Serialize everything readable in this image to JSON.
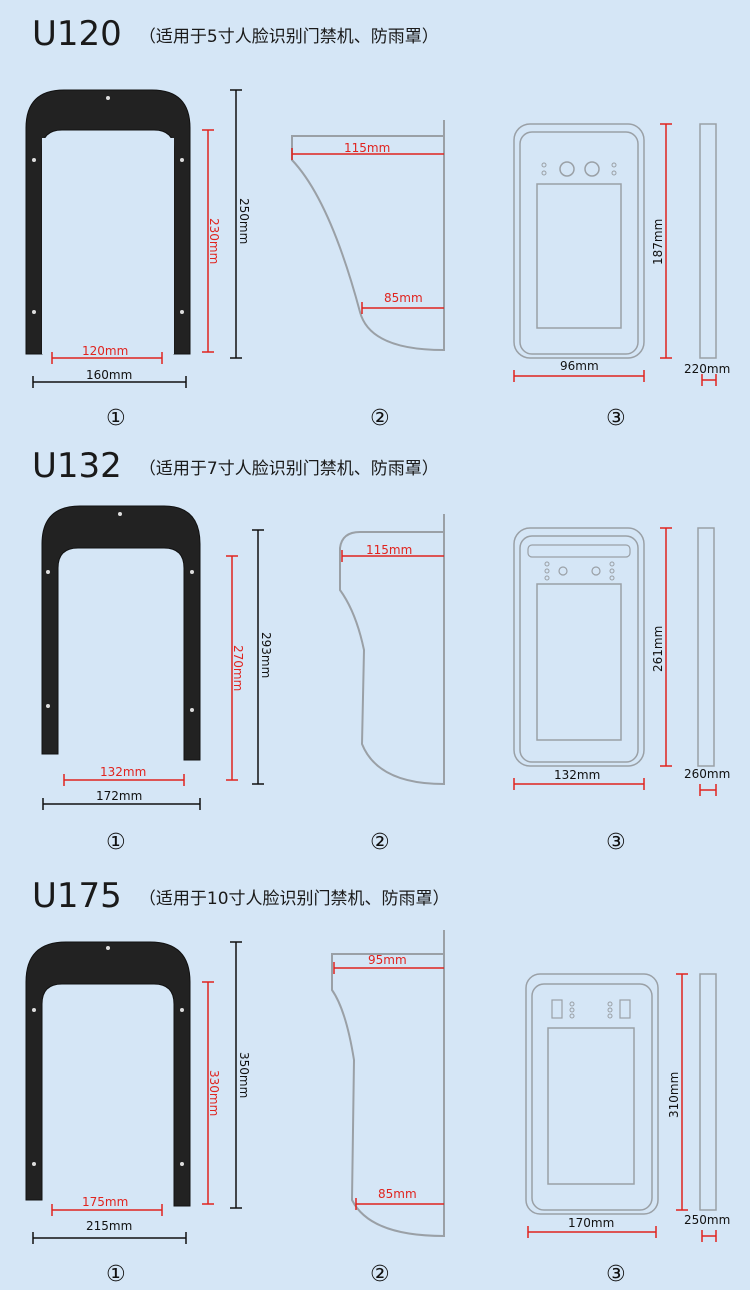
{
  "colors": {
    "background": "#d5e6f6",
    "dim_black": "#111111",
    "dim_red": "#e0241f",
    "outline": "#9aa0a6",
    "cover": "#1f1f1f"
  },
  "sections": [
    {
      "model": "U120",
      "subtitle": "（适用于5寸人脸识别门禁机、防雨罩）",
      "view1": {
        "height": "250mm",
        "inner_height": "230mm",
        "inner_width": "120mm",
        "outer_width": "160mm"
      },
      "view2": {
        "top_depth": "115mm",
        "bottom_depth": "85mm"
      },
      "view3": {
        "height": "187mm",
        "width": "96mm",
        "depth": "220mm"
      },
      "labels": [
        "①",
        "②",
        "③"
      ]
    },
    {
      "model": "U132",
      "subtitle": "（适用于7寸人脸识别门禁机、防雨罩）",
      "view1": {
        "height": "293mm",
        "inner_height": "270mm",
        "inner_width": "132mm",
        "outer_width": "172mm"
      },
      "view2": {
        "top_depth": "115mm"
      },
      "view3": {
        "height": "261mm",
        "width": "132mm",
        "depth": "260mm"
      },
      "labels": [
        "①",
        "②",
        "③"
      ]
    },
    {
      "model": "U175",
      "subtitle": "（适用于10寸人脸识别门禁机、防雨罩）",
      "view1": {
        "height": "350mm",
        "inner_height": "330mm",
        "inner_width": "175mm",
        "outer_width": "215mm"
      },
      "view2": {
        "top_depth": "95mm",
        "bottom_depth": "85mm"
      },
      "view3": {
        "height": "310mm",
        "width": "170mm",
        "depth": "250mm"
      },
      "labels": [
        "①",
        "②",
        "③"
      ]
    }
  ]
}
